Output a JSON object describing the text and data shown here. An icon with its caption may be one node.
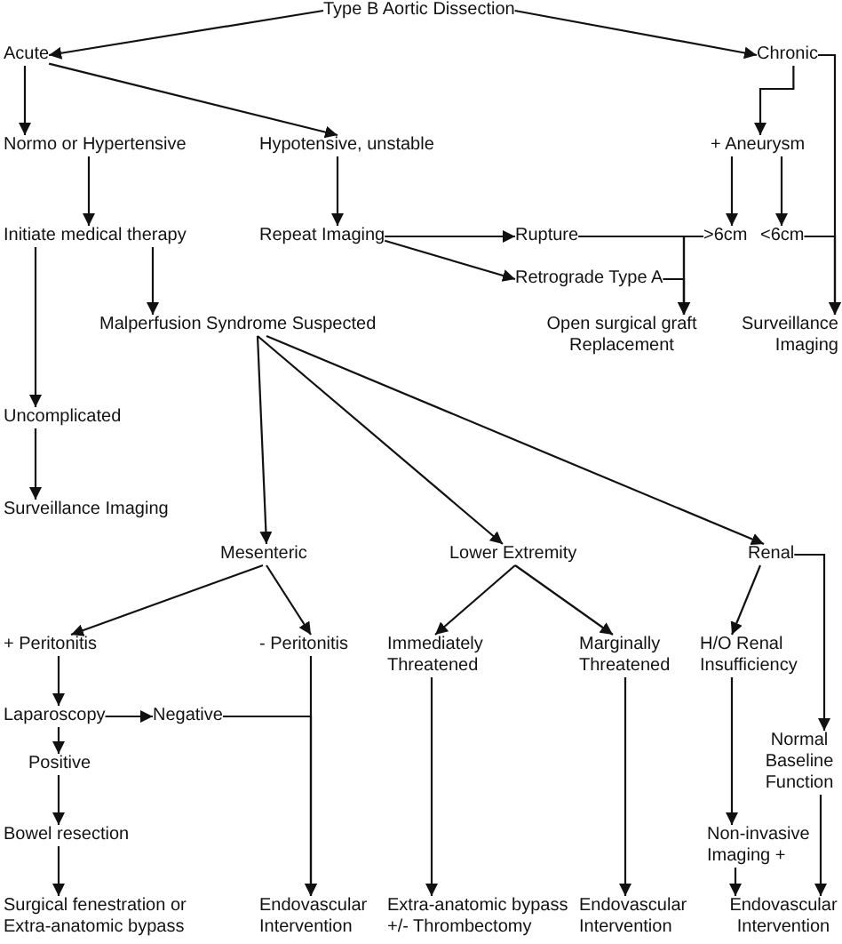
{
  "diagram": {
    "nodes": [
      {
        "text": [
          "Type B Aortic Dissection"
        ]
      },
      {
        "text": [
          "Acute"
        ]
      },
      {
        "text": [
          "Chronic"
        ]
      },
      {
        "text": [
          "Normo or Hypertensive"
        ]
      },
      {
        "text": [
          "Hypotensive, unstable"
        ]
      },
      {
        "text": [
          "+ Aneurysm"
        ]
      },
      {
        "text": [
          "Initiate medical therapy"
        ]
      },
      {
        "text": [
          "Repeat Imaging"
        ]
      },
      {
        "text": [
          "Rupture"
        ]
      },
      {
        "text": [
          ">6cm"
        ]
      },
      {
        "text": [
          "<6cm"
        ]
      },
      {
        "text": [
          "Retrograde Type A"
        ]
      },
      {
        "text": [
          "Malperfusion Syndrome Suspected"
        ]
      },
      {
        "text": [
          "Open surgical graft Replacement"
        ]
      },
      {
        "text": [
          "Surveillance Imaging"
        ]
      },
      {
        "text": [
          "Uncomplicated"
        ]
      },
      {
        "text": [
          "Surveillance Imaging"
        ]
      },
      {
        "text": [
          "Mesenteric"
        ]
      },
      {
        "text": [
          "Lower Extremity"
        ]
      },
      {
        "text": [
          "Renal"
        ]
      },
      {
        "text": [
          "+ Peritonitis"
        ]
      },
      {
        "text": [
          "- Peritonitis"
        ]
      },
      {
        "text": [
          "Immediately Threatened"
        ]
      },
      {
        "text": [
          "Marginally Threatened"
        ]
      },
      {
        "text": [
          "H/O Renal Insufficiency"
        ]
      },
      {
        "text": [
          "Laparoscopy"
        ]
      },
      {
        "text": [
          "Negative"
        ]
      },
      {
        "text": [
          "Normal Baseline Function"
        ]
      },
      {
        "text": [
          "Positive"
        ]
      },
      {
        "text": [
          "Bowel resection"
        ]
      },
      {
        "text": [
          "Non-invasive Imaging +"
        ]
      },
      {
        "text": [
          "Surgical fenestration or Extra-anatomic bypass"
        ]
      },
      {
        "text": [
          "Endovascular Intervention"
        ]
      },
      {
        "text": [
          "Extra-anatomic bypass +/- Thrombectomy"
        ]
      },
      {
        "text": [
          "Endovascular Intervention"
        ]
      },
      {
        "text": [
          "Endovascular Intervention"
        ]
      }
    ],
    "edges": [
      {
        "from": 0,
        "to": 1,
        "arrow": "to"
      },
      {
        "from": 0,
        "to": 2,
        "arrow": "to"
      },
      {
        "from": 1,
        "to": 3,
        "arrow": "to"
      },
      {
        "from": 1,
        "to": 4,
        "arrow": "to"
      },
      {
        "from": 3,
        "to": 6,
        "arrow": "to"
      },
      {
        "from": 4,
        "to": 7,
        "arrow": "to"
      },
      {
        "from": 2,
        "to": 5,
        "arrow": "to"
      },
      {
        "from": 2,
        "to": 14,
        "arrow": "to"
      },
      {
        "from": 5,
        "to": 9,
        "arrow": "to"
      },
      {
        "from": 5,
        "to": 10,
        "arrow": "to"
      },
      {
        "from": 7,
        "to": 8,
        "arrow": "to"
      },
      {
        "from": 7,
        "to": 11,
        "arrow": "to"
      },
      {
        "from": 8,
        "to": 13,
        "arrow": "to"
      },
      {
        "from": 9,
        "to": 13,
        "arrow": "to"
      },
      {
        "from": 11,
        "to": 13,
        "arrow": "to"
      },
      {
        "from": 10,
        "to": 14,
        "arrow": "to"
      },
      {
        "from": 6,
        "to": 15,
        "arrow": "to"
      },
      {
        "from": 6,
        "to": 12,
        "arrow": "to"
      },
      {
        "from": 15,
        "to": 16,
        "arrow": "to"
      },
      {
        "from": 12,
        "to": 17,
        "arrow": "to"
      },
      {
        "from": 12,
        "to": 18,
        "arrow": "to"
      },
      {
        "from": 12,
        "to": 19,
        "arrow": "to"
      },
      {
        "from": 17,
        "to": 20,
        "arrow": "to"
      },
      {
        "from": 17,
        "to": 21,
        "arrow": "to"
      },
      {
        "from": 18,
        "to": 22,
        "arrow": "to"
      },
      {
        "from": 18,
        "to": 23,
        "arrow": "to"
      },
      {
        "from": 19,
        "to": 24,
        "arrow": "to"
      },
      {
        "from": 19,
        "to": 27,
        "arrow": "to"
      },
      {
        "from": 20,
        "to": 25,
        "arrow": "to"
      },
      {
        "from": 25,
        "to": 26,
        "arrow": "to"
      },
      {
        "from": 25,
        "to": 28,
        "arrow": "to"
      },
      {
        "from": 28,
        "to": 29,
        "arrow": "to"
      },
      {
        "from": 29,
        "to": 31,
        "arrow": "to"
      },
      {
        "from": 21,
        "to": 32,
        "arrow": "to"
      },
      {
        "from": 26,
        "to": 32,
        "arrow": "to"
      },
      {
        "from": 22,
        "to": 33,
        "arrow": "to"
      },
      {
        "from": 23,
        "to": 34,
        "arrow": "to"
      },
      {
        "from": 24,
        "to": 30,
        "arrow": "to"
      },
      {
        "from": 27,
        "to": 35,
        "arrow": "to"
      },
      {
        "from": 30,
        "to": 35,
        "arrow": "to"
      }
    ]
  }
}
